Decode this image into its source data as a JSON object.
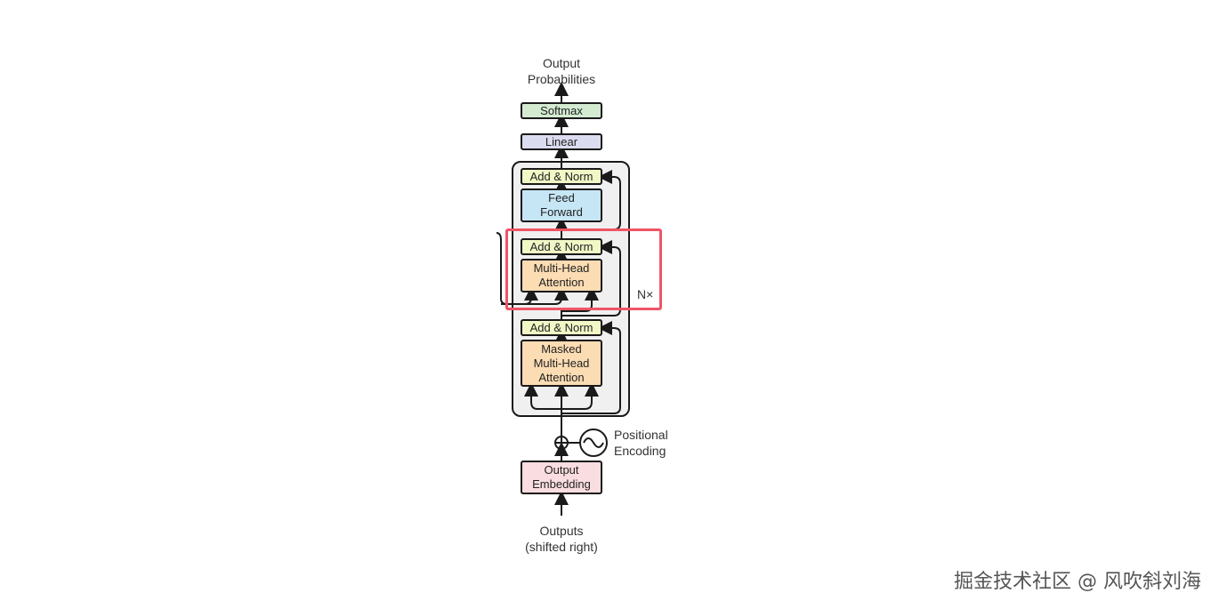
{
  "output_probabilities": "Output\nProbabilities",
  "softmax": "Softmax",
  "linear": "Linear",
  "add_norm_top": "Add & Norm",
  "feed_forward": "Feed\nForward",
  "add_norm_mid": "Add & Norm",
  "multi_head_attention": "Multi-Head\nAttention",
  "nx": "N×",
  "add_norm_bottom": "Add & Norm",
  "masked_multi_head_attention": "Masked\nMulti-Head\nAttention",
  "positional_encoding": "Positional\nEncoding",
  "output_embedding": "Output\nEmbedding",
  "outputs": "Outputs\n(shifted right)",
  "watermark": "掘金技术社区 @ 风吹斜刘海",
  "colors": {
    "highlight": "#ee5566",
    "add_norm": "#f2f7c6",
    "feed_forward": "#c6e6f5",
    "attention": "#fbdcb3",
    "linear": "#dcdcf0",
    "softmax": "#d4ebd2",
    "embedding": "#fadde0"
  }
}
